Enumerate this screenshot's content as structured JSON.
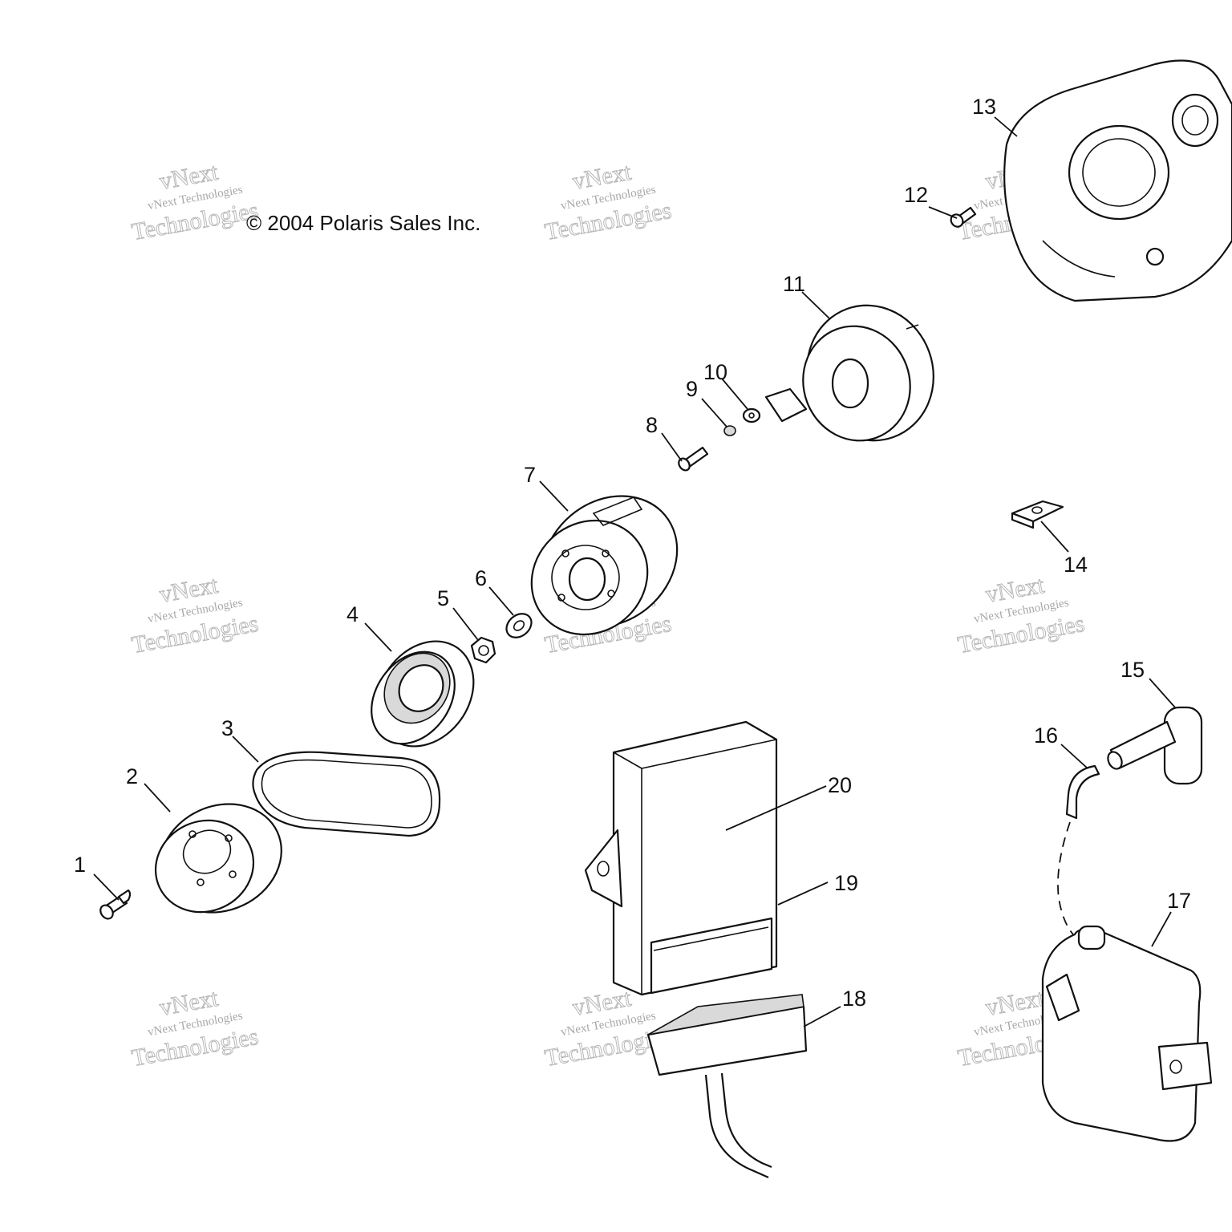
{
  "copyright": "© 2004 Polaris Sales Inc.",
  "watermark": {
    "line1": "vNext Technologies",
    "line2": "Technologies",
    "line3": "vNext"
  },
  "callouts": [
    "1",
    "2",
    "3",
    "4",
    "5",
    "6",
    "7",
    "8",
    "9",
    "10",
    "11",
    "12",
    "13",
    "14",
    "15",
    "16",
    "17",
    "18",
    "19",
    "20"
  ]
}
